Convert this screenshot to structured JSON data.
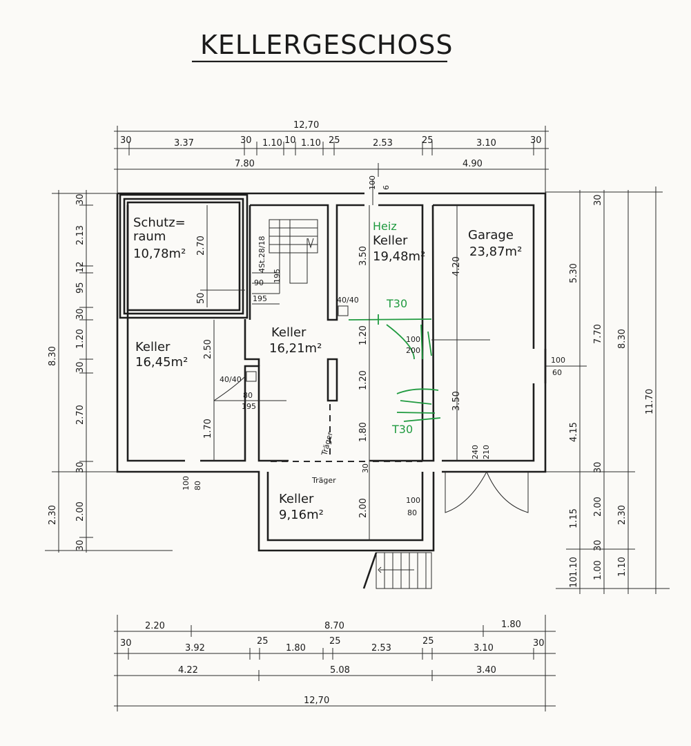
{
  "title": "KELLERGESCHOSS",
  "rooms": {
    "schutzraum": {
      "name": "Schutz=",
      "name2": "raum",
      "area": "10,78m²"
    },
    "keller_sw": {
      "name": "Keller",
      "area": "16,45m²"
    },
    "keller_center": {
      "name": "Keller",
      "area": "16,21m²"
    },
    "keller_ne": {
      "name": "Keller",
      "area": "19,48m²"
    },
    "garage": {
      "name": "Garage",
      "area": "23,87m²"
    },
    "keller_south": {
      "name": "Keller",
      "area": "9,16m²"
    }
  },
  "labels": {
    "stair": "4St.28/18",
    "traeger1": "Träger",
    "traeger2": "Träger",
    "heizung": "Heiz",
    "t30a": "T30",
    "t30b": "T30"
  },
  "top_dims": {
    "overall": "12,70",
    "row1": [
      "30",
      "3.37",
      "30",
      "1.10",
      "10",
      "1.10",
      "25",
      "2.53",
      "25",
      "3.10",
      "30"
    ],
    "row2": [
      "7.80",
      "4.90"
    ]
  },
  "bottom_dims": {
    "row1": [
      "2.20",
      "8.70",
      "1.80"
    ],
    "row2": [
      "30",
      "3.92",
      "25",
      "1.80",
      "25",
      "2.53",
      "25",
      "3.10",
      "30"
    ],
    "row3": [
      "4.22",
      "5.08",
      "3.40"
    ],
    "overall": "12,70"
  },
  "left_dims": {
    "outer1": "8.30",
    "outer2": "2.30",
    "row": [
      "30",
      "2.13",
      "12",
      "95",
      "30",
      "1.20",
      "30",
      "2.70",
      "30",
      "2.00",
      "30"
    ]
  },
  "right_dims": {
    "col1": [
      "5.30",
      "4.15",
      "1.15",
      "1.10",
      "10"
    ],
    "col2": [
      "30",
      "7.70",
      "30",
      "2.00",
      "30",
      "1.00"
    ],
    "col3": [
      "8.30",
      "2.30",
      "1.10"
    ],
    "col4": [
      "11.70"
    ]
  },
  "interior_dims": {
    "schutz_h": "2.70",
    "schutz_b": "50",
    "keller_sw_h1": "2.50",
    "keller_sw_h2": "1.70",
    "ne_h": "3.50",
    "c_h1": "1.20",
    "c_h2": "1.20",
    "c_h3": "1.80",
    "s_h": "2.00",
    "g_h1": "4.20",
    "g_h2": "3.50",
    "door_top1": "100",
    "door_top2": "6",
    "d90": "90",
    "d195": "195",
    "d195b": "195",
    "d40a": "40/40",
    "d40b": "40/40",
    "d80": "80",
    "d195c": "195",
    "d100a": "100",
    "d200": "200",
    "d100b": "100",
    "d60": "60",
    "d240": "240",
    "d210": "210",
    "d100c": "100",
    "d80b": "80",
    "d100d": "100",
    "d80c": "80",
    "d30b": "30"
  }
}
